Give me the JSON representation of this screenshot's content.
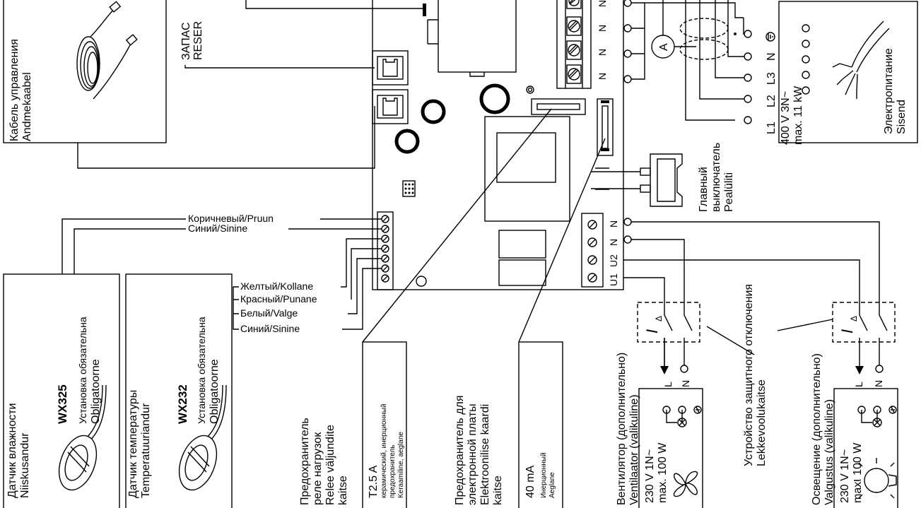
{
  "cable": {
    "l1": "Кабель управления",
    "l2": "Andmekaabel"
  },
  "reserve": {
    "l1": "ЗАПАС",
    "l2": "RESER"
  },
  "wires": {
    "brown": "Коричневый/Pruun",
    "blue1": "Синий/Sinine",
    "yellow": "Желтый/Kollane",
    "red": "Красный/Punane",
    "white": "Белый/Valge",
    "blue2": "Синий/Sinine"
  },
  "humidity": {
    "l1": "Датчик влажности",
    "l2": "Niiskusandur",
    "model": "WX325",
    "m1": "Установка обязательна",
    "m2": "Obligatoorne"
  },
  "temperature": {
    "l1": "Датчик температуры",
    "l2": "Temperatuuriandur",
    "model": "WX232",
    "m1": "Установка обязательна",
    "m2": "Obligatoorne"
  },
  "relay_fuse": {
    "l1": "Предохранитель",
    "l2": "реле нагрузок",
    "l3": "Relee väljundite",
    "l4": "kaitse"
  },
  "fuse_t25": {
    "value": "T2.5 A",
    "s1": "керамический, инерционный",
    "s2": "предохранитель",
    "s3": "Keraamiline, aeglane"
  },
  "board_fuse": {
    "l1": "Предохранитель для",
    "l2": "электронной платы",
    "l3": "Elektroonilise kaardi",
    "l4": "kaitse"
  },
  "fuse_40": {
    "value": "40 mA",
    "s1": "Инерционный",
    "s2": "Aeglane"
  },
  "fan": {
    "l1": "Вентилятор (дополнительно)",
    "l2": "Ventilaator (valikuline)",
    "spec1": "230 V 1N~",
    "spec2": "max. 100 W"
  },
  "rcd": {
    "l1": "Устройство защитного отключения",
    "l2": "Lekkevoolukaitse"
  },
  "light": {
    "l1": "Освещение (дополнительно)",
    "l2": "Valgustus (valikuline)",
    "spec1": "230 V 1N~",
    "spec2": "max. 100 W"
  },
  "main_switch": {
    "l1": "Главный",
    "l2": "выключатель",
    "l3": "Pealüliti"
  },
  "power": {
    "spec1": "400 V 3N~",
    "spec2": "max. 11 kW",
    "l1": "Электропитание",
    "l2": "Sisend"
  },
  "terminals": {
    "L1": "L1",
    "L2": "L2",
    "L3": "L3",
    "N": "N",
    "U1": "U1",
    "U2": "U2",
    "L": "L",
    "A": "A",
    "I": "I",
    "delta": "Δ"
  }
}
